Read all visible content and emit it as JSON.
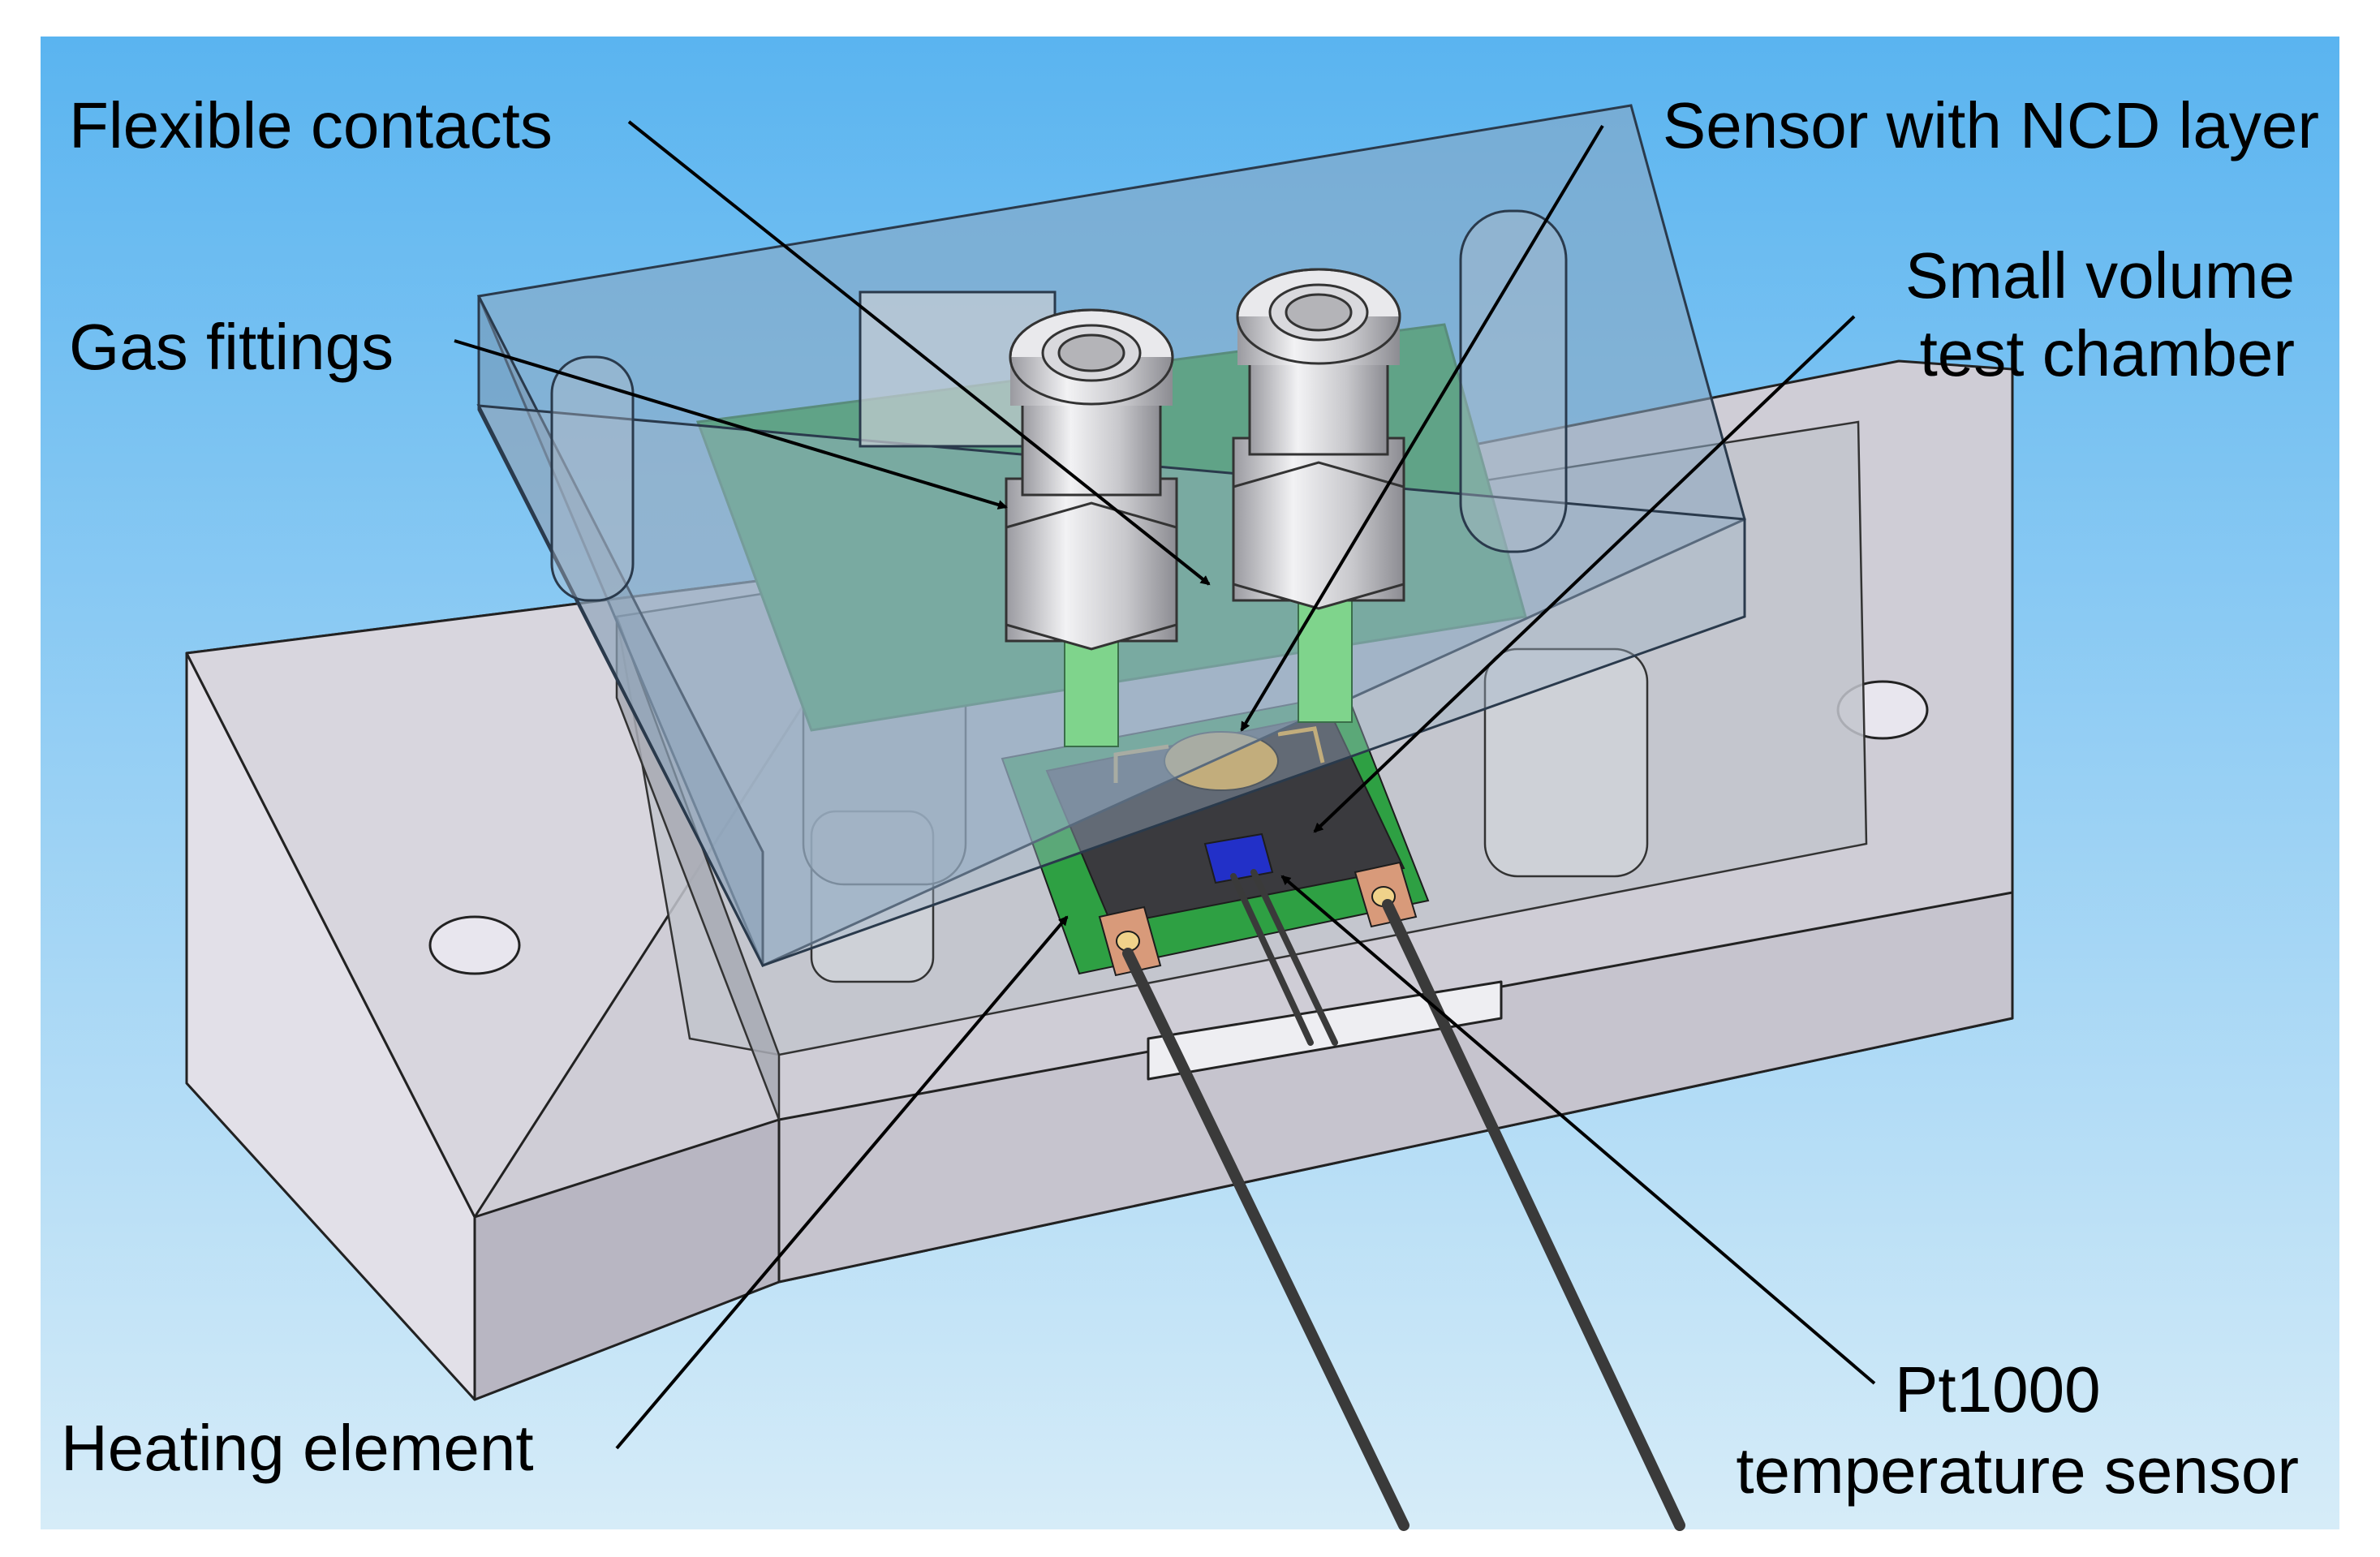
{
  "figure": {
    "labels": {
      "flexible_contacts": "Flexible contacts",
      "gas_fittings": "Gas fittings",
      "sensor_ncd": "Sensor with NCD layer",
      "small_volume_line1": "Small volume",
      "small_volume_line2": "test chamber",
      "pt1000_line1": "Pt1000",
      "pt1000_line2": "temperature sensor",
      "heating_element": "Heating element"
    },
    "colors": {
      "sky_top": "#5ab4f0",
      "sky_bottom": "#d6ecf8",
      "base_plate": "#d4d2da",
      "transparent_lid": "#8aa6c0",
      "pcb_green": "#2ea043",
      "sensor_chip": "#3a3a3e",
      "ncd_gold": "#d9a94a",
      "pt1000_blue": "#2230c8",
      "heater_pad": "#d89a7a",
      "leads": "#3a3a3a"
    }
  }
}
